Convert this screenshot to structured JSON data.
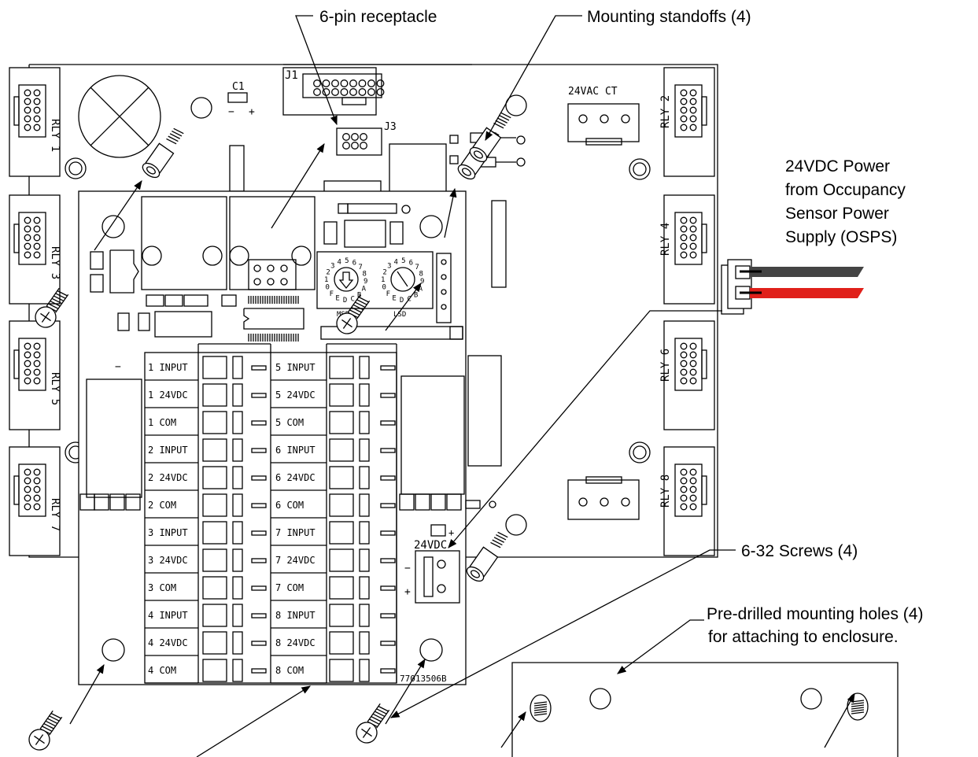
{
  "callouts": {
    "receptacle": "6-pin receptacle",
    "standoffs": "Mounting standoffs (4)",
    "power": [
      "24VDC Power",
      "from Occupancy",
      "Sensor Power",
      "Supply (OSPS)"
    ],
    "screws": "6-32 Screws (4)",
    "holes": [
      "Pre-drilled mounting holes (4)",
      "for attaching to enclosure."
    ]
  },
  "board_labels": {
    "j1": "J1",
    "j3": "J3",
    "c1": "C1",
    "c1_minus": "−",
    "c1_plus": "+",
    "ac": "24VAC CT",
    "relays": [
      "RLY 1",
      "RLY 2",
      "RLY 3",
      "RLY 4",
      "RLY 5",
      "RLY 6",
      "RLY 7",
      "RLY 8"
    ],
    "msd": "MSD",
    "lsd": "LSD",
    "dc": "24VDC",
    "dc_minus": "−",
    "dc_plus": "+",
    "part": "77013506B"
  },
  "terminals": {
    "left": [
      "1 INPUT",
      "1 24VDC",
      "1 COM",
      "2 INPUT",
      "2 24VDC",
      "2 COM",
      "3 INPUT",
      "3 24VDC",
      "3 COM",
      "4 INPUT",
      "4 24VDC",
      "4 COM"
    ],
    "right": [
      "5 INPUT",
      "5 24VDC",
      "5 COM",
      "6 INPUT",
      "6 24VDC",
      "6 COM",
      "7 INPUT",
      "7 24VDC",
      "7 COM",
      "8 INPUT",
      "8 24VDC",
      "8 COM"
    ]
  },
  "colors": {
    "line": "#000000",
    "wire_black": "#444444",
    "wire_red": "#e0201a"
  }
}
